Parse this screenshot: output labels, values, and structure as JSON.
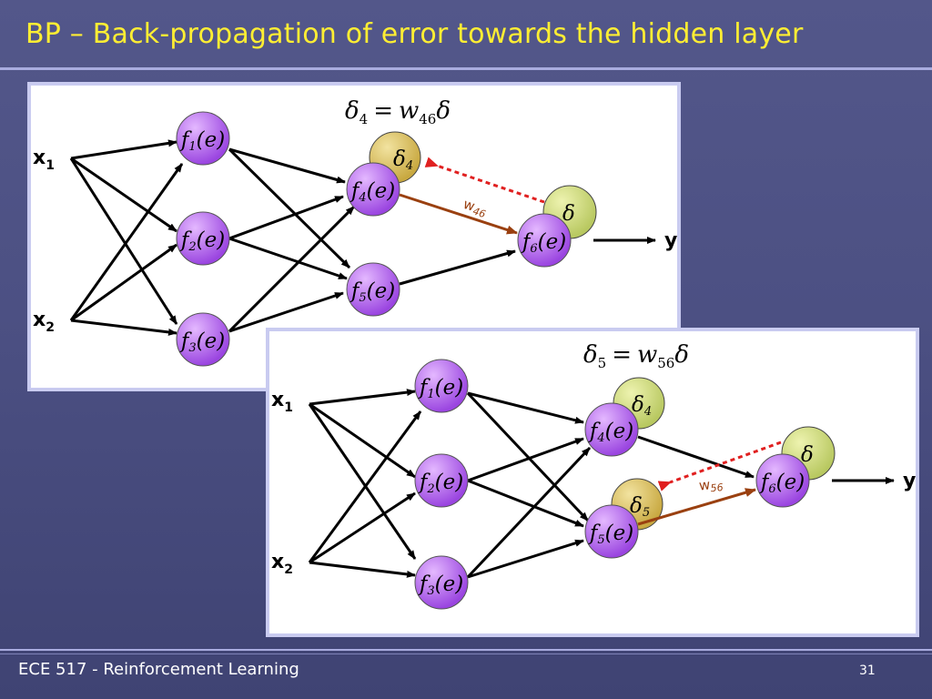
{
  "title": "BP – Back-propagation of error towards the hidden layer",
  "footer": {
    "course": "ECE 517 - Reinforcement Learning",
    "page": "31"
  },
  "diagrams": [
    {
      "formula": {
        "lhs_sym": "δ",
        "lhs_sub": "4",
        "eq": "=",
        "w": "w",
        "w_sub": "46",
        "rhs": "δ"
      },
      "weight_label": {
        "w": "w",
        "sub": "46"
      },
      "delta_labels": [
        "δ",
        "4",
        "δ"
      ]
    },
    {
      "formula": {
        "lhs_sym": "δ",
        "lhs_sub": "5",
        "eq": "=",
        "w": "w",
        "w_sub": "56",
        "rhs": "δ"
      },
      "weight_label": {
        "w": "w",
        "sub": "56"
      },
      "delta_labels": [
        "δ",
        "4",
        "δ",
        "5",
        "δ"
      ]
    }
  ],
  "inputs": [
    {
      "x": "x",
      "sub": "1"
    },
    {
      "x": "x",
      "sub": "2"
    }
  ],
  "output": "y",
  "neurons": [
    {
      "f": "f",
      "sub": "1",
      "arg": "(e)"
    },
    {
      "f": "f",
      "sub": "2",
      "arg": "(e)"
    },
    {
      "f": "f",
      "sub": "3",
      "arg": "(e)"
    },
    {
      "f": "f",
      "sub": "4",
      "arg": "(e)"
    },
    {
      "f": "f",
      "sub": "5",
      "arg": "(e)"
    },
    {
      "f": "f",
      "sub": "6",
      "arg": "(e)"
    }
  ],
  "colors": {
    "title": "#ffee33",
    "neuron": "#b060e8",
    "delta_hidden": "#d9c060",
    "delta_output": "#c9d870",
    "error_arrow": "#e02020",
    "weight_arrow": "#9a4010",
    "background": "#4c5083"
  }
}
